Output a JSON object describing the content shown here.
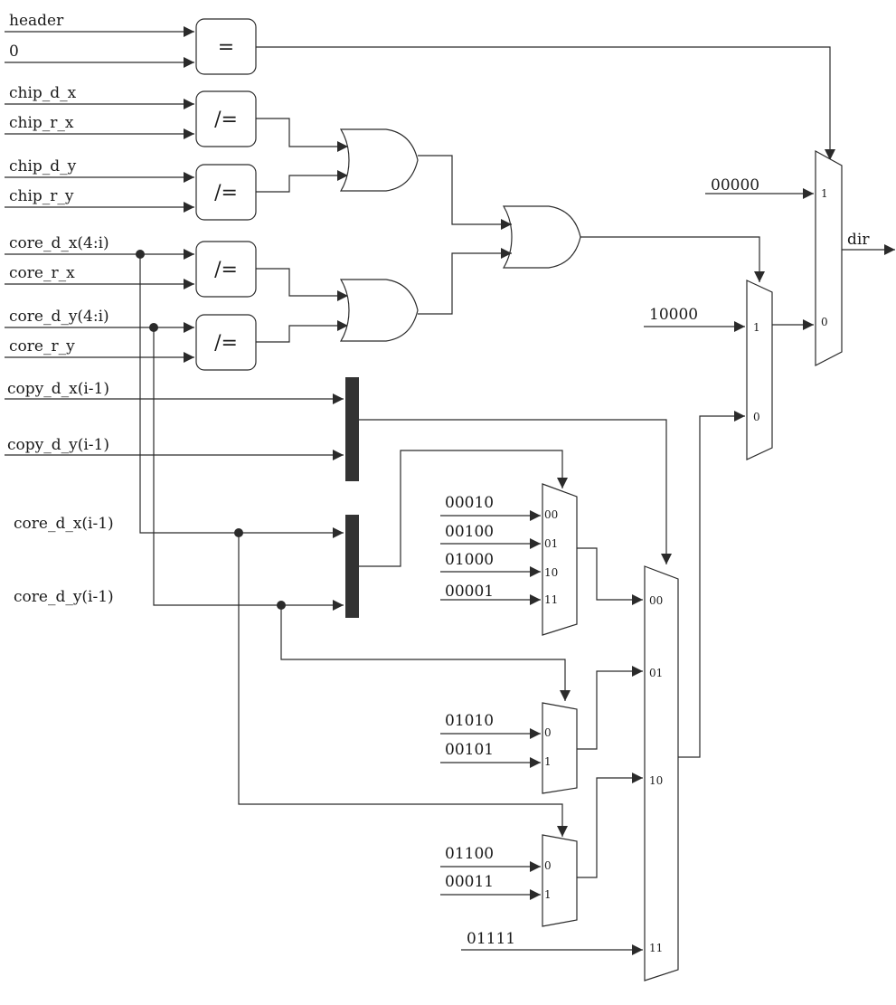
{
  "inputs": {
    "header": "header",
    "zero": "0",
    "chip_d_x": "chip_d_x",
    "chip_r_x": "chip_r_x",
    "chip_d_y": "chip_d_y",
    "chip_r_y": "chip_r_y",
    "core_d_x_4i": "core_d_x(4:i)",
    "core_r_x": "core_r_x",
    "core_d_y_4i": "core_d_y(4:i)",
    "core_r_y": "core_r_y",
    "copy_d_x": "copy_d_x(i-1)",
    "copy_d_y": "copy_d_y(i-1)",
    "core_d_x_i1": "core_d_x(i-1)",
    "core_d_y_i1": "core_d_y(i-1)"
  },
  "output": "dir",
  "comparators": {
    "eq": "=",
    "neq1": "/=",
    "neq2": "/=",
    "neq3": "/=",
    "neq4": "/="
  },
  "constants": {
    "c00000": "00000",
    "c10000": "10000",
    "c00010": "00010",
    "c00100": "00100",
    "c01000": "01000",
    "c00001": "00001",
    "c01010": "01010",
    "c00101": "00101",
    "c01100": "01100",
    "c00011": "00011",
    "c01111": "01111"
  },
  "mux_out": {
    "in1": "1",
    "in0": "0"
  },
  "mux_mid": {
    "in1": "1",
    "in0": "0"
  },
  "mux4_small": {
    "p00": "00",
    "p01": "01",
    "p10": "10",
    "p11": "11"
  },
  "mux2_a": {
    "p0": "0",
    "p1": "1"
  },
  "mux2_b": {
    "p0": "0",
    "p1": "1"
  },
  "mux4_big": {
    "p00": "00",
    "p01": "01",
    "p10": "10",
    "p11": "11"
  }
}
